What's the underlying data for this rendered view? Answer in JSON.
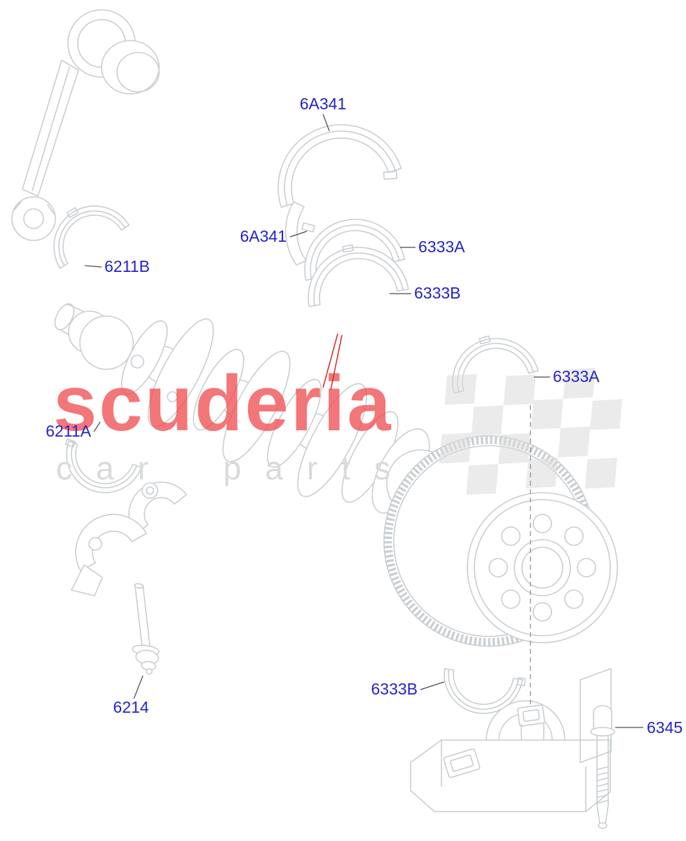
{
  "watermark": {
    "brand": "scuderia",
    "tagline": "car parts"
  },
  "labels": [
    {
      "text": "6A341",
      "part": "thrust-washer-upper"
    },
    {
      "text": "6A341",
      "part": "thrust-washer-lower"
    },
    {
      "text": "6333A",
      "part": "main-bearing-upper-center"
    },
    {
      "text": "6333B",
      "part": "main-bearing-lower-center"
    },
    {
      "text": "6211B",
      "part": "rod-bearing-upper"
    },
    {
      "text": "6333A",
      "part": "main-bearing-upper-right"
    },
    {
      "text": "6211A",
      "part": "rod-bearing-lower"
    },
    {
      "text": "6214",
      "part": "rod-bolt"
    },
    {
      "text": "6333B",
      "part": "main-bearing-lower-bottom"
    },
    {
      "text": "6345",
      "part": "main-cap-bolt"
    }
  ],
  "colors": {
    "label_blue": "#2323cb",
    "callout_red": "#d9251d",
    "outline_gray": "#c9ced2",
    "watermark_red": "#f04f52",
    "watermark_gray": "#dadada"
  }
}
